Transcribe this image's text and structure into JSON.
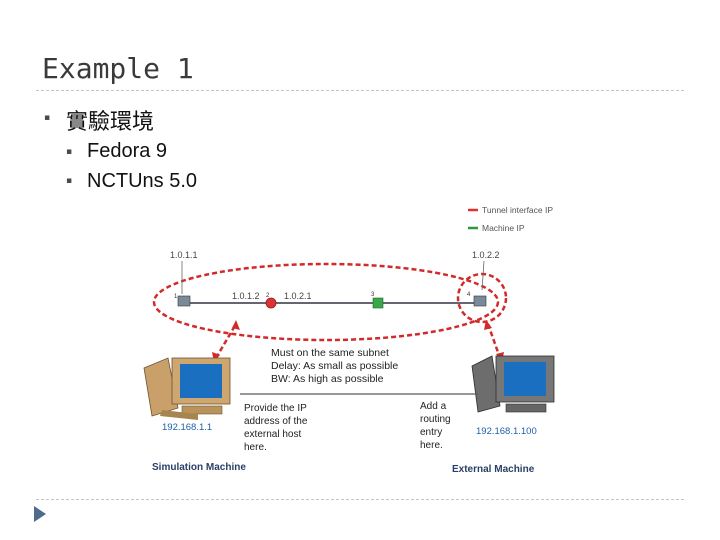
{
  "slide": {
    "title": "Example 1",
    "bullets": [
      {
        "text": "實驗環境",
        "children": [
          "Fedora 9",
          "NCTUns 5.0"
        ]
      }
    ]
  },
  "figure": {
    "legend": {
      "tunnel": "Tunnel interface IP",
      "machine": "Machine IP"
    },
    "ips": {
      "left_node": "1.0.1.1",
      "right_node": "1.0.2.2",
      "link_left": "1.0.1.2",
      "link_right": "1.0.2.1"
    },
    "node_ids": {
      "n1": "1",
      "n2": "2",
      "n3": "3",
      "n4": "4"
    },
    "subnet_note": [
      "Must on the same subnet",
      "Delay: As small as possible",
      "BW: As high as possible"
    ],
    "provide_note": [
      "Provide the IP",
      "address of the",
      "external host",
      "here."
    ],
    "routing_note": [
      "Add a",
      "routing",
      "entry",
      "here."
    ],
    "sim_ip": "192.168.1.1",
    "ext_ip": "192.168.1.100",
    "sim_label": "Simulation Machine",
    "ext_label": "External Machine",
    "colors": {
      "tunnel": "#e03030",
      "machine": "#2e9a3c",
      "ellipse": "#d22a2a",
      "monitor": "#1a6fc0"
    }
  }
}
